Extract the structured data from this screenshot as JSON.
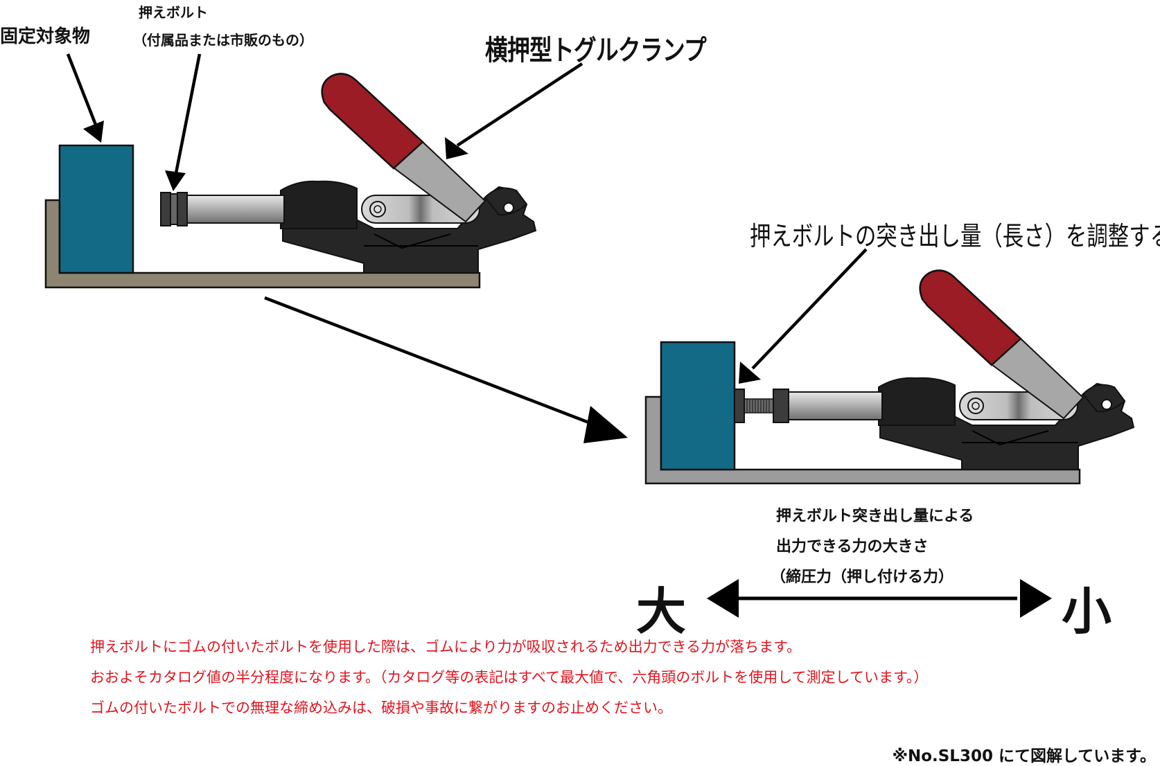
{
  "labels": {
    "target": "固定対象物",
    "bolt_line1": "押えボルト",
    "bolt_line2": "（付属品または市販のもの）",
    "clamp": "横押型トグルクランプ",
    "adjust": "押えボルトの突き出し量（長さ）を調整する",
    "force_line1": "押えボルト突き出し量による",
    "force_line2": "出力できる力の大きさ",
    "force_line3": "（締圧力（押し付ける力）",
    "large": "大",
    "small": "小"
  },
  "notes": [
    "押えボルトにゴムの付いたボルトを使用した際は、ゴムにより力が吸収されるため出力できる力が落ちます。",
    "おおよそカタログ値の半分程度になります。（カタログ等の表記はすべて最大値で、六角頭のボルトを使用して測定しています。）",
    "ゴムの付いたボルトでの無理な締め込みは、破損や事故に繋がりますのお止めください。"
  ],
  "footnote": "※No.SL300 にて図解しています。",
  "colors": {
    "target_block": "#136a87",
    "base_plate_top": "#8d8471",
    "base_plate_bottom": "#9c9c9c",
    "clamp_body": "#262626",
    "handle_grip": "#9b1c24",
    "rod": "#a7a7a7",
    "note_text": "#e0141e"
  }
}
